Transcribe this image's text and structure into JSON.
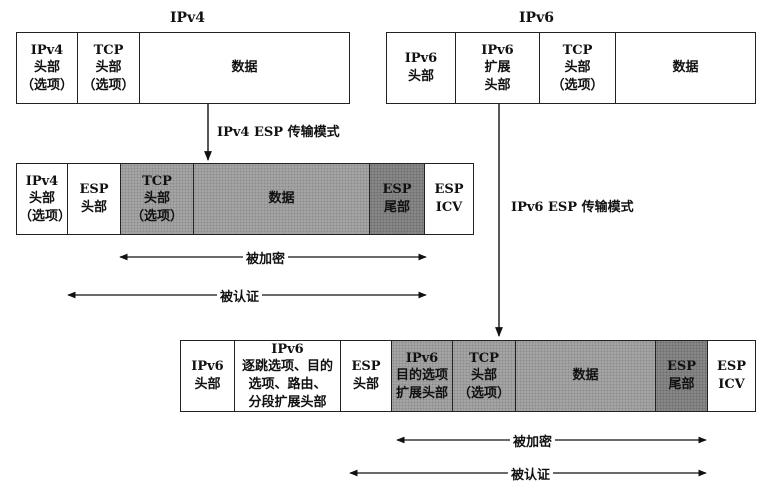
{
  "ipv4": {
    "title": "IPv4",
    "original": [
      "IPv4\n头部\n（选项）",
      "TCP\n头部\n（选项）",
      "数据"
    ],
    "transform_label": "IPv4 ESP 传输模式",
    "esp": [
      "IPv4\n头部\n（选项）",
      "ESP\n头部",
      "TCP\n头部\n（选项）",
      "数据",
      "ESP\n尾部",
      "ESP\nICV"
    ],
    "encrypted_label": "被加密",
    "authenticated_label": "被认证"
  },
  "ipv6": {
    "title": "IPv6",
    "original": [
      "IPv6\n头部",
      "IPv6\n扩展\n头部",
      "TCP\n头部\n（选项）",
      "数据"
    ],
    "transform_label": "IPv6 ESP 传输模式",
    "esp": [
      "IPv6\n头部",
      "IPv6\n逐跳选项、目的\n选项、路由、\n分段扩展头部",
      "ESP\n头部",
      "IPv6\n目的选项\n扩展头部",
      "TCP\n头部\n（选项）",
      "数据",
      "ESP\n尾部",
      "ESP\nICV"
    ],
    "encrypted_label": "被加密",
    "authenticated_label": "被认证"
  }
}
